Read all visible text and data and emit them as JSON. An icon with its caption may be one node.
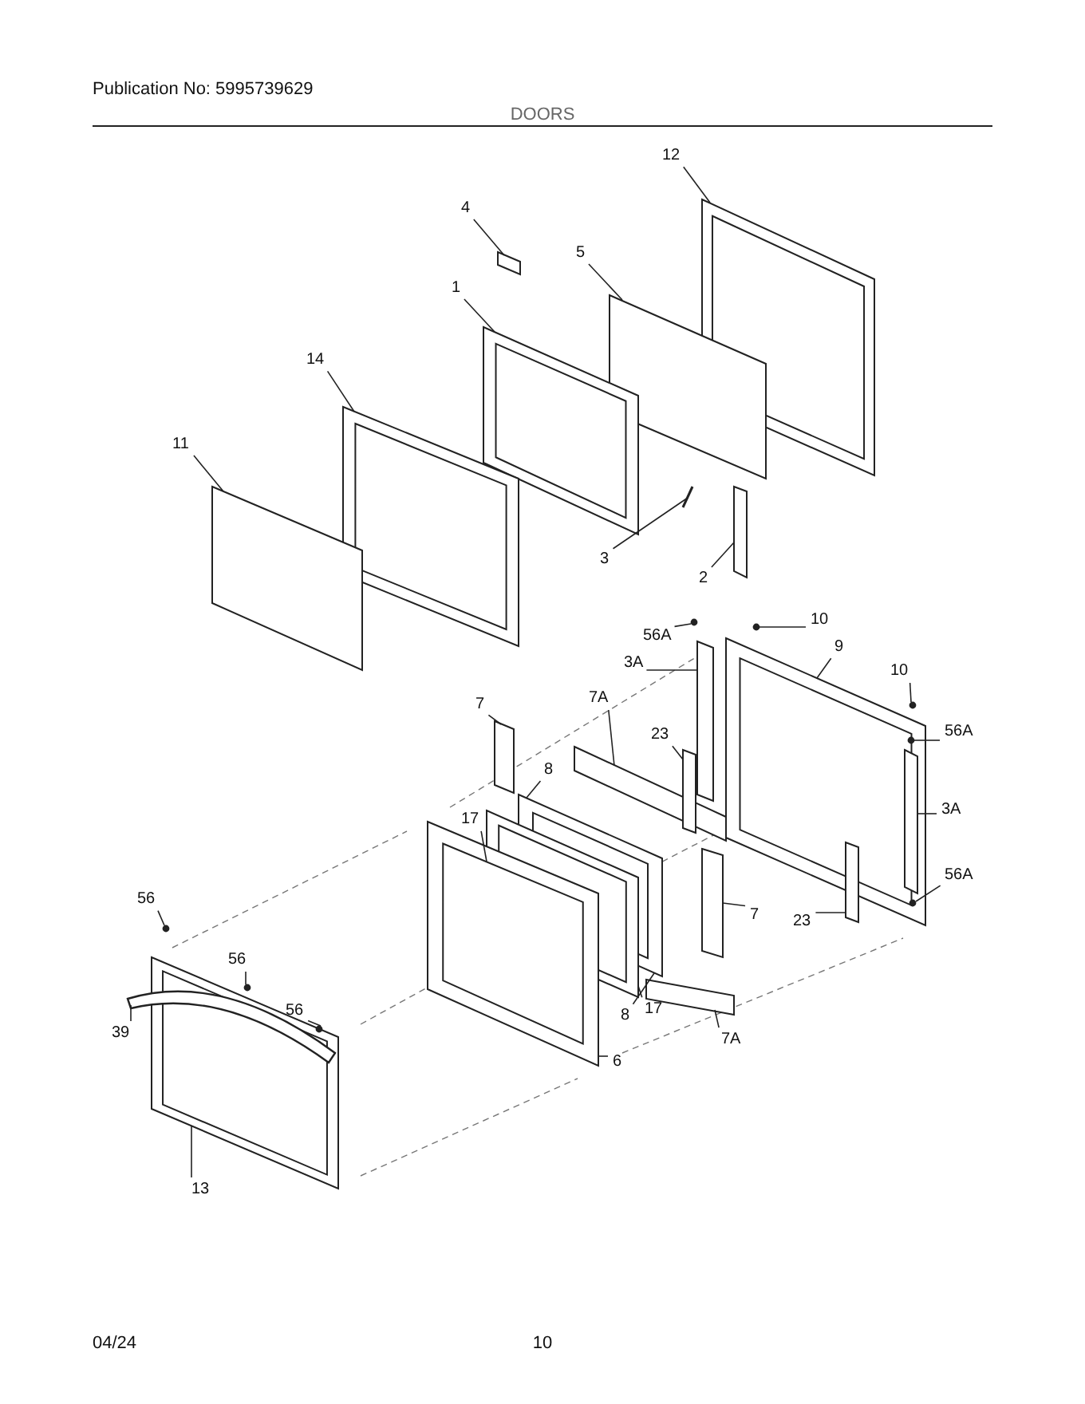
{
  "diagram": {
    "title": "DOORS",
    "nodes": [
      {
        "text": [
          "12"
        ]
      },
      {
        "text": [
          "4"
        ]
      },
      {
        "text": [
          "5"
        ]
      },
      {
        "text": [
          "1"
        ]
      },
      {
        "text": [
          "14"
        ]
      },
      {
        "text": [
          "11"
        ]
      },
      {
        "text": [
          "3"
        ]
      },
      {
        "text": [
          "2"
        ]
      },
      {
        "text": [
          "10"
        ]
      },
      {
        "text": [
          "56A"
        ]
      },
      {
        "text": [
          "9"
        ]
      },
      {
        "text": [
          "3A"
        ]
      },
      {
        "text": [
          "10"
        ]
      },
      {
        "text": [
          "7A"
        ]
      },
      {
        "text": [
          "56A"
        ]
      },
      {
        "text": [
          "7"
        ]
      },
      {
        "text": [
          "23"
        ]
      },
      {
        "text": [
          "8"
        ]
      },
      {
        "text": [
          "17"
        ]
      },
      {
        "text": [
          "3A"
        ]
      },
      {
        "text": [
          "56"
        ]
      },
      {
        "text": [
          "56A"
        ]
      },
      {
        "text": [
          "7"
        ]
      },
      {
        "text": [
          "23"
        ]
      },
      {
        "text": [
          "56"
        ]
      },
      {
        "text": [
          "17"
        ]
      },
      {
        "text": [
          "8"
        ]
      },
      {
        "text": [
          "56"
        ]
      },
      {
        "text": [
          "39"
        ]
      },
      {
        "text": [
          "7A"
        ]
      },
      {
        "text": [
          "6"
        ]
      },
      {
        "text": [
          "13"
        ]
      },
      {
        "text": [],
        "shape": "box"
      },
      {
        "text": [],
        "shape": "box"
      },
      {
        "text": [],
        "shape": "box"
      },
      {
        "text": [],
        "shape": "box"
      },
      {
        "text": [],
        "shape": "box"
      },
      {
        "text": [],
        "shape": "box"
      },
      {
        "text": [],
        "shape": "bar"
      },
      {
        "text": [],
        "shape": "box"
      },
      {
        "text": [],
        "shape": "circle"
      },
      {
        "text": [],
        "shape": "circle"
      },
      {
        "text": [],
        "shape": "box"
      },
      {
        "text": [],
        "shape": "box"
      },
      {
        "text": [],
        "shape": "circle"
      },
      {
        "text": [],
        "shape": "box"
      },
      {
        "text": [],
        "shape": "circle",
        "in": 42
      },
      {
        "text": [],
        "shape": "box"
      },
      {
        "text": [],
        "shape": "box"
      },
      {
        "text": [],
        "shape": "box"
      },
      {
        "text": [],
        "shape": "box"
      },
      {
        "text": [],
        "shape": "box",
        "in": 42
      },
      {
        "text": [],
        "shape": "circle"
      },
      {
        "text": [],
        "shape": "circle",
        "in": 42
      },
      {
        "text": [],
        "shape": "box"
      },
      {
        "text": [],
        "shape": "box",
        "in": 42
      },
      {
        "text": [],
        "shape": "circle"
      },
      {
        "text": [],
        "shape": "circle",
        "in": 61
      },
      {
        "text": [],
        "shape": "picture"
      },
      {
        "text": [],
        "shape": "box"
      },
      {
        "text": [],
        "shape": "box"
      },
      {
        "text": [],
        "shape": "box"
      }
    ],
    "edges": [
      {
        "from": 0,
        "to": 32,
        "arrow": "none"
      },
      {
        "from": 1,
        "to": 33,
        "arrow": "none"
      },
      {
        "from": 2,
        "to": 34,
        "arrow": "none"
      },
      {
        "from": 3,
        "to": 35,
        "arrow": "none"
      },
      {
        "from": 4,
        "to": 36,
        "arrow": "none"
      },
      {
        "from": 5,
        "to": 37,
        "arrow": "none"
      },
      {
        "from": 6,
        "to": 38,
        "arrow": "none"
      },
      {
        "from": 7,
        "to": 39,
        "arrow": "none"
      },
      {
        "from": 8,
        "to": 40,
        "arrow": "none"
      },
      {
        "from": 9,
        "to": 41,
        "arrow": "none"
      },
      {
        "from": 10,
        "to": 42,
        "arrow": "none"
      },
      {
        "from": 11,
        "to": 43,
        "arrow": "none"
      },
      {
        "from": 12,
        "to": 44,
        "arrow": "none"
      },
      {
        "from": 13,
        "to": 45,
        "arrow": "none"
      },
      {
        "from": 14,
        "to": 46,
        "arrow": "none"
      },
      {
        "from": 15,
        "to": 47,
        "arrow": "none"
      },
      {
        "from": 16,
        "to": 48,
        "arrow": "none"
      },
      {
        "from": 17,
        "to": 49,
        "arrow": "none"
      },
      {
        "from": 18,
        "to": 50,
        "arrow": "none"
      },
      {
        "from": 19,
        "to": 51,
        "arrow": "none"
      },
      {
        "from": 20,
        "to": 52,
        "arrow": "none"
      },
      {
        "from": 21,
        "to": 53,
        "arrow": "none"
      },
      {
        "from": 22,
        "to": 54,
        "arrow": "none"
      },
      {
        "from": 23,
        "to": 55,
        "arrow": "none"
      },
      {
        "from": 24,
        "to": 56,
        "arrow": "none"
      },
      {
        "from": 25,
        "to": 50,
        "arrow": "none"
      },
      {
        "from": 26,
        "to": 49,
        "arrow": "none"
      },
      {
        "from": 27,
        "to": 57,
        "arrow": "none"
      },
      {
        "from": 28,
        "to": 58,
        "arrow": "none"
      },
      {
        "from": 29,
        "to": 59,
        "arrow": "none"
      },
      {
        "from": 30,
        "to": 60,
        "arrow": "none"
      },
      {
        "from": 31,
        "to": 61,
        "arrow": "none"
      }
    ],
    "labels": [
      "Publication No: 5995739629",
      "04/24",
      "10"
    ]
  }
}
